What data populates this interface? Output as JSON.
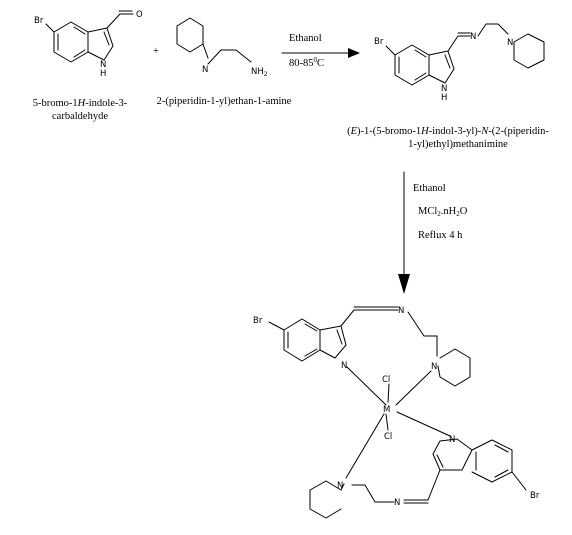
{
  "reactant1": {
    "name_line1": "5-bromo-1",
    "name_italic": "H",
    "name_line1_end": "-indole-3-",
    "name_line2": "carbaldehyde",
    "atoms": {
      "br": "Br",
      "o": "O",
      "n": "N",
      "h": "H"
    }
  },
  "plus_sign": "+",
  "reactant2": {
    "name": "2-(piperidin-1-yl)ethan-1-amine",
    "atoms": {
      "n": "N",
      "nh2": "NH",
      "nh2_sub": "2"
    }
  },
  "step1": {
    "solvent": "Ethanol",
    "temperature": "80-85",
    "temperature_sup": "0",
    "temperature_unit": "C"
  },
  "product1": {
    "name_line1_a": "(",
    "name_line1_E": "E",
    "name_line1_b": ")-1-(5-bromo-1",
    "name_line1_H": "H",
    "name_line1_c": "-indol-3-yl)-",
    "name_line1_N": "N",
    "name_line1_d": "-(2-(piperidin-",
    "name_line2": "1-yl)ethyl)methanimine",
    "atoms": {
      "br": "Br",
      "n_imine": "N",
      "n_pip": "N",
      "n_indole": "N",
      "h": "H"
    }
  },
  "step2": {
    "solvent": "Ethanol",
    "reagent": "MCl",
    "reagent_sub": "2",
    "reagent_mid": ".nH",
    "reagent_sub2": "2",
    "reagent_end": "O",
    "condition": "Reflux 4 h"
  },
  "complex": {
    "atoms": {
      "br_top": "Br",
      "n_indole_top": "N",
      "n_imine_top": "N",
      "n_pip_top": "N",
      "cl_top": "Cl",
      "metal": "M",
      "cl_bottom": "Cl",
      "n_indole_bottom": "N",
      "n_pip_bottom": "N",
      "n_imine_bottom": "N",
      "br_bottom": "Br"
    }
  }
}
